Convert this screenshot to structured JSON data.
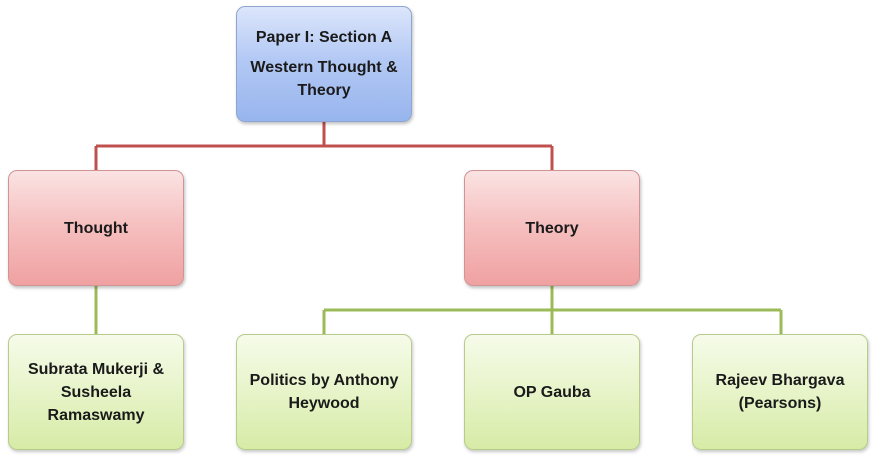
{
  "root": {
    "line1": "Paper I: Section  A",
    "line2": "Western Thought & Theory"
  },
  "branches": {
    "thought": {
      "label": "Thought",
      "children": [
        "Subrata Mukerji & Susheela Ramaswamy"
      ]
    },
    "theory": {
      "label": "Theory",
      "children": [
        "Politics by Anthony Heywood",
        "OP Gauba",
        "Rajeev Bhargava (Pearsons)"
      ]
    }
  },
  "colors": {
    "root_fill": "#b4c9f4",
    "branch_fill": "#f6c1c1",
    "leaf_fill": "#e7f4c9",
    "root_connector": "#c0504d",
    "leaf_connector": "#9bbb59"
  }
}
